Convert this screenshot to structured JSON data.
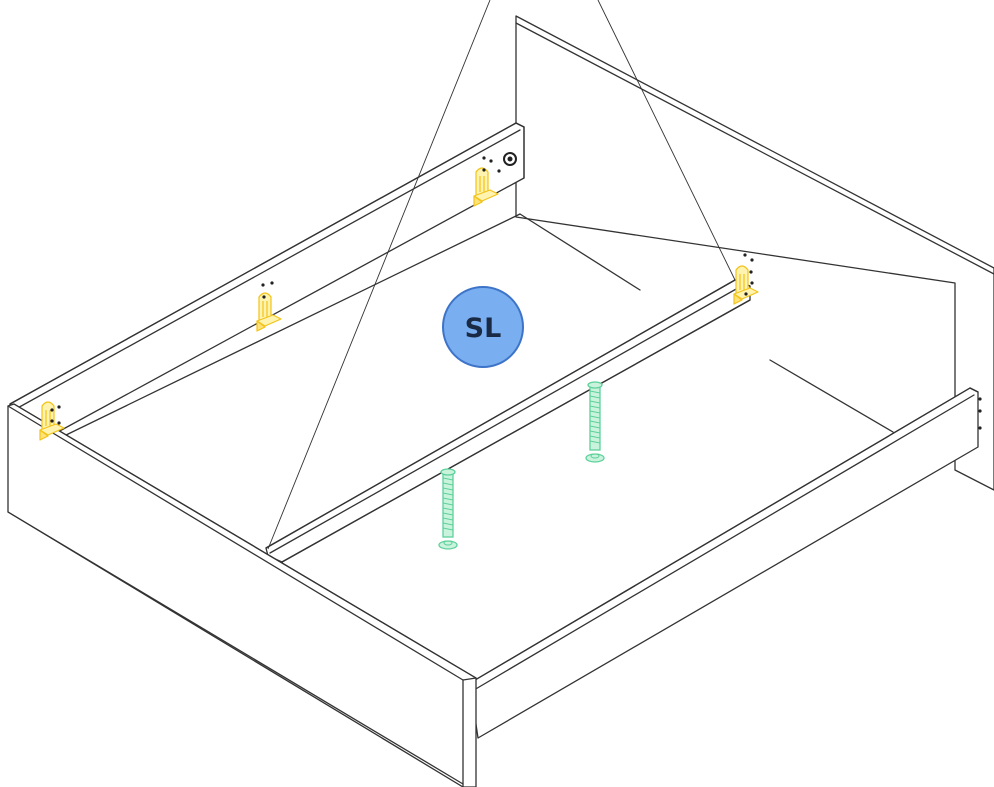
{
  "diagram": {
    "part_label": "SL",
    "colors": {
      "outline": "#333333",
      "bracket": "#f2c318",
      "leg": "#5fd19a",
      "label_circle_fill": "#79aef0",
      "label_circle_stroke": "#3d74c8",
      "label_text": "#1b2a44"
    },
    "parts": [
      "bed-frame",
      "headboard",
      "side-rail-left",
      "side-rail-right",
      "footboard",
      "center-support-beam",
      "support-leg",
      "corner-bracket"
    ]
  }
}
